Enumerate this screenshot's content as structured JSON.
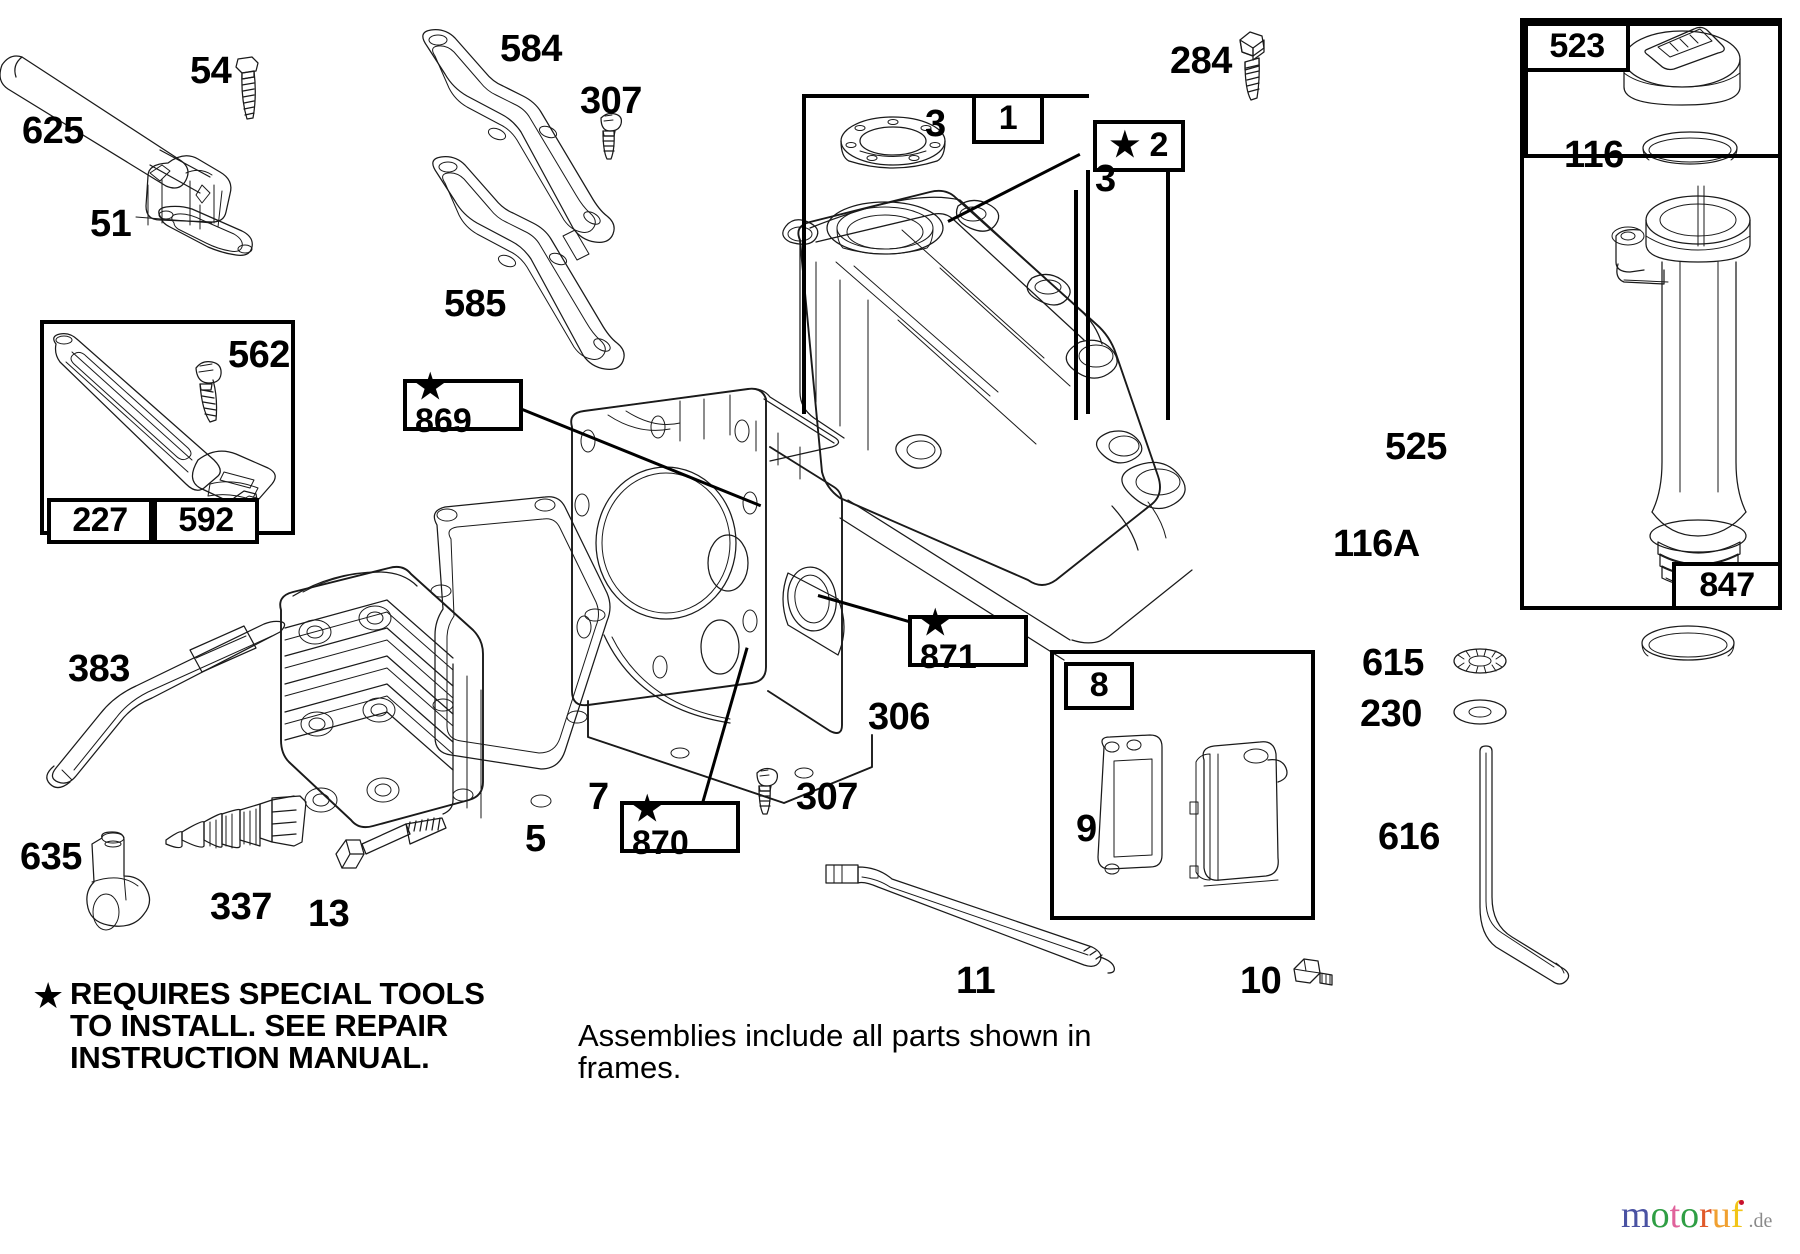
{
  "diagram": {
    "title": "Engine Parts Exploded Diagram",
    "footnote_special_tools": "REQUIRES SPECIAL TOOLS\nTO INSTALL.  SEE REPAIR\nINSTRUCTION MANUAL.",
    "footnote_assemblies": "Assemblies include all parts shown in\nframes.",
    "star_symbol": "★"
  },
  "labels": [
    {
      "id": "625",
      "text": "625"
    },
    {
      "id": "54",
      "text": "54"
    },
    {
      "id": "51",
      "text": "51"
    },
    {
      "id": "584",
      "text": "584"
    },
    {
      "id": "307t",
      "text": "307"
    },
    {
      "id": "585",
      "text": "585"
    },
    {
      "id": "284",
      "text": "284"
    },
    {
      "id": "3a",
      "text": "3"
    },
    {
      "id": "3b",
      "text": "3"
    },
    {
      "id": "562",
      "text": "562"
    },
    {
      "id": "383",
      "text": "383"
    },
    {
      "id": "635",
      "text": "635"
    },
    {
      "id": "337",
      "text": "337"
    },
    {
      "id": "13",
      "text": "13"
    },
    {
      "id": "5",
      "text": "5"
    },
    {
      "id": "7",
      "text": "7"
    },
    {
      "id": "306",
      "text": "306"
    },
    {
      "id": "307b",
      "text": "307"
    },
    {
      "id": "9",
      "text": "9"
    },
    {
      "id": "11",
      "text": "11"
    },
    {
      "id": "10",
      "text": "10"
    },
    {
      "id": "116",
      "text": "116"
    },
    {
      "id": "525",
      "text": "525"
    },
    {
      "id": "116A",
      "text": "116A"
    },
    {
      "id": "615",
      "text": "615"
    },
    {
      "id": "230",
      "text": "230"
    },
    {
      "id": "616",
      "text": "616"
    }
  ],
  "boxed_numbers": [
    {
      "id": "box-1",
      "text": "1"
    },
    {
      "id": "box-2",
      "text": "★ 2"
    },
    {
      "id": "box-869",
      "text": "★ 869"
    },
    {
      "id": "box-870",
      "text": "★ 870"
    },
    {
      "id": "box-871",
      "text": "★ 871"
    },
    {
      "id": "box-8",
      "text": "8"
    },
    {
      "id": "box-523",
      "text": "523"
    },
    {
      "id": "box-847",
      "text": "847"
    },
    {
      "id": "box-227",
      "text": "227"
    },
    {
      "id": "box-592",
      "text": "592"
    }
  ],
  "logo": {
    "letters": [
      {
        "char": "m",
        "color": "#4a52a3"
      },
      {
        "char": "o",
        "color": "#2f9e44"
      },
      {
        "char": "t",
        "color": "#e0629b"
      },
      {
        "char": "o",
        "color": "#2f9e44"
      },
      {
        "char": "r",
        "color": "#e05a2b"
      },
      {
        "char": "u",
        "color": "#f0a030"
      },
      {
        "char": "f",
        "color": "#f2c518"
      }
    ],
    "tld": ".de"
  }
}
